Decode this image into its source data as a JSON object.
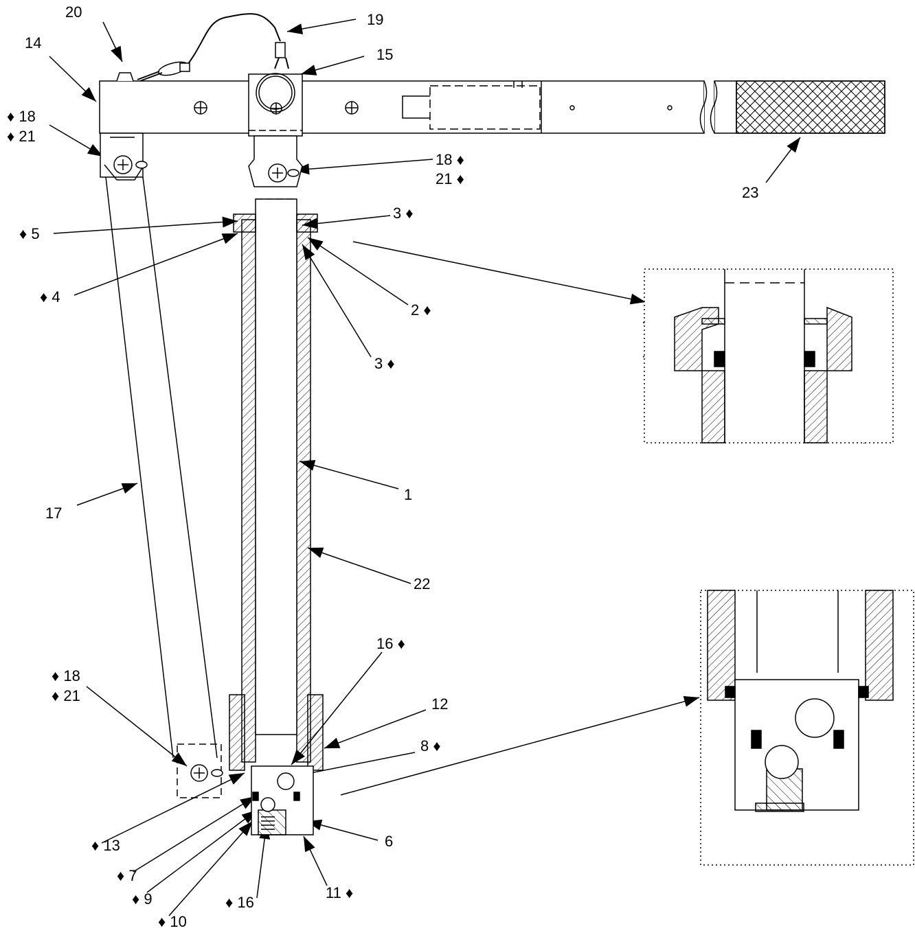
{
  "diagram": {
    "callouts": {
      "c20": "20",
      "c19": "19",
      "c14": "14",
      "c15": "15",
      "c18_top_left": "♦ 18",
      "c21_top_left": "♦ 21",
      "c18_top_mid": "18 ♦",
      "c21_top_mid": "21 ♦",
      "c23": "23",
      "c5": "♦ 5",
      "c3_top": "3 ♦",
      "c4": "♦ 4",
      "c2": "2 ♦",
      "c3_mid": "3 ♦",
      "c1": "1",
      "c17": "17",
      "c22": "22",
      "c16_top": "16 ♦",
      "c12": "12",
      "c18_bottom": "♦ 18",
      "c21_bottom": "♦ 21",
      "c8": "8 ♦",
      "c6": "6",
      "c13": "♦ 13",
      "c7": "♦ 7",
      "c9": "♦ 9",
      "c16_bottom": "♦ 16",
      "c11": "11 ♦",
      "c10": "♦ 10"
    }
  },
  "icons": {
    "arrowhead": "filled-arrowhead-icon",
    "pin": "hitch-pin-icon",
    "screw": "screw-head-icon",
    "ring": "ring-icon"
  },
  "colors": {
    "line": "#000000",
    "background": "#ffffff"
  }
}
